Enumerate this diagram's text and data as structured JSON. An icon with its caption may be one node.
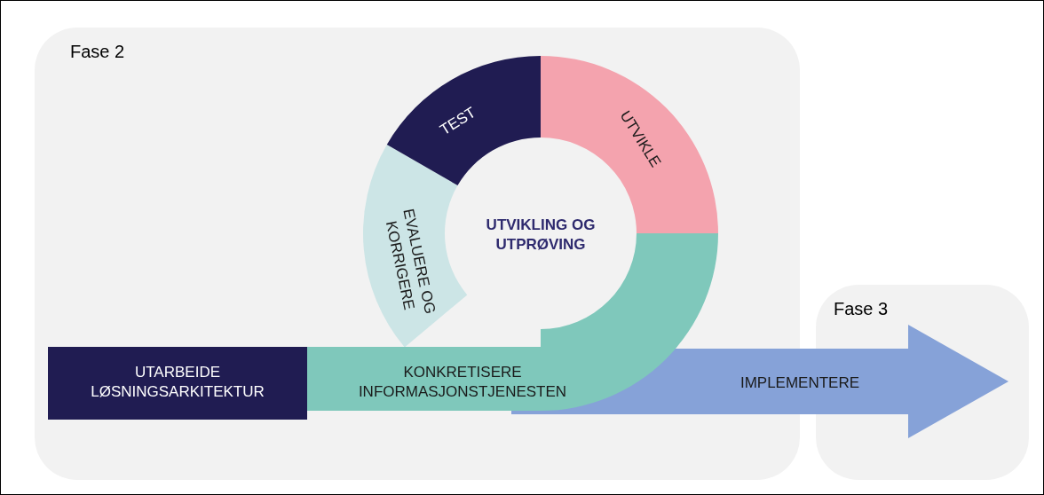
{
  "diagram": {
    "nodes": [
      {
        "text": [
          "Fase 2"
        ]
      },
      {
        "text": [
          "TEST"
        ],
        "in": 0
      },
      {
        "text": [
          "UTVIKLE"
        ],
        "in": 0
      },
      {
        "text": [
          "UTVIKLING OG UTPRØVING"
        ],
        "in": 0
      },
      {
        "text": [
          "EVALUERE OG KORRIGERE"
        ],
        "in": 0
      },
      {
        "text": [
          "UTARBEIDE LØSNINGSARKITEKTUR"
        ],
        "in": 0
      },
      {
        "text": [
          "KONKRETISERE INFORMASJONSTJENESTEN"
        ],
        "in": 0
      },
      {
        "text": [
          "Fase 3"
        ]
      },
      {
        "text": [
          "IMPLEMENTERE"
        ]
      }
    ]
  }
}
